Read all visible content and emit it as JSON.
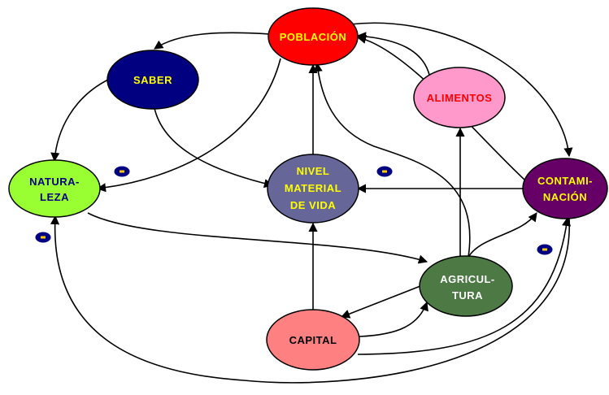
{
  "colors": {
    "poblacion": "#ff0000",
    "saber": "#000080",
    "alimentos": "#ff99cc",
    "naturaleza": "#99ff33",
    "nivel": "#666699",
    "contaminacion": "#660066",
    "agricultura": "#4d7a44",
    "capital": "#ff8080",
    "label_yellow": "#ffff00",
    "label_navy": "#000080",
    "label_red": "#ff0000",
    "label_black": "#000000",
    "label_white": "#ffffff",
    "badge_fill": "#000080",
    "badge_mark": "#ffcc00"
  },
  "nodes": {
    "poblacion": {
      "lines": [
        "POBLACIÓN"
      ]
    },
    "saber": {
      "lines": [
        "SABER"
      ]
    },
    "alimentos": {
      "lines": [
        "ALIMENTOS"
      ]
    },
    "naturaleza": {
      "lines": [
        "NATURA-",
        "LEZA"
      ]
    },
    "nivel": {
      "lines": [
        "NIVEL",
        "MATERIAL",
        "DE VIDA"
      ]
    },
    "contaminacion": {
      "lines": [
        "CONTAMI-",
        "NACIÓN"
      ]
    },
    "agricultura": {
      "lines": [
        "AGRICUL-",
        "TURA"
      ]
    },
    "capital": {
      "lines": [
        "CAPITAL"
      ]
    }
  },
  "badges": {
    "count": 4,
    "sign": "-",
    "meaning": "negative-influence-marker"
  }
}
